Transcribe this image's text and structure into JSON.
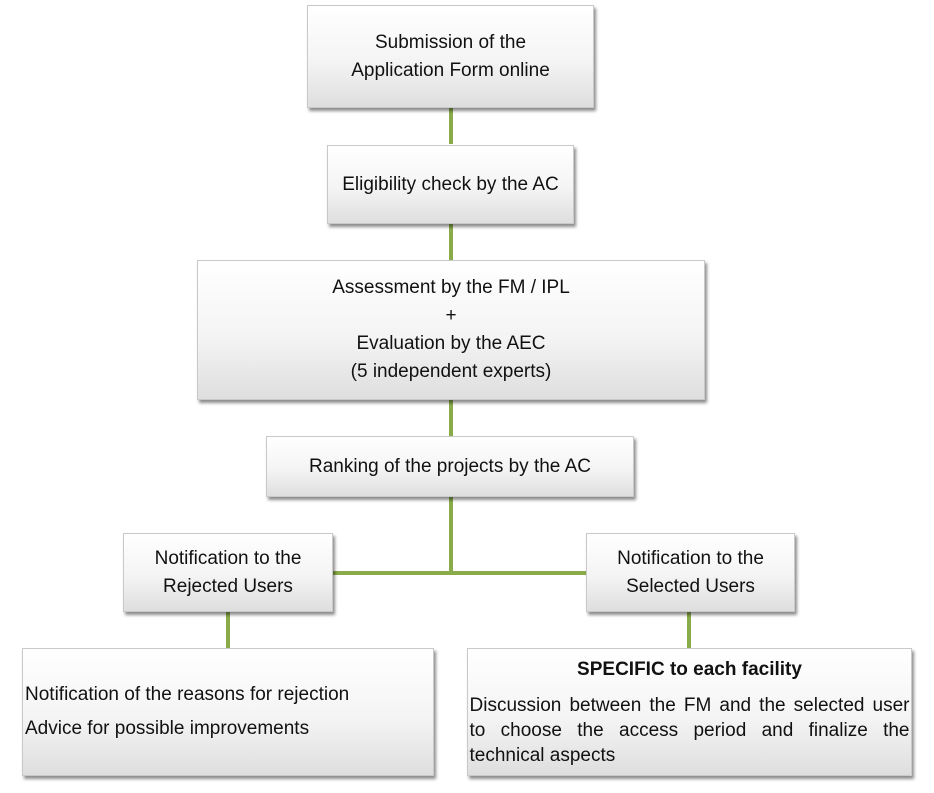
{
  "nodes": {
    "submission": [
      "Submission of the",
      "Application Form online"
    ],
    "eligibility": [
      "Eligibility check by the AC"
    ],
    "assessment": [
      "Assessment by the FM / IPL",
      "+",
      "Evaluation by the AEC",
      "(5 independent experts)"
    ],
    "ranking": [
      "Ranking of the projects by the AC"
    ],
    "rejected": [
      "Notification to the",
      "Rejected Users"
    ],
    "selected": [
      "Notification to the",
      "Selected Users"
    ],
    "rejection_details": [
      "Notification of the reasons for rejection",
      "Advice for possible improvements"
    ],
    "specific": {
      "title": "SPECIFIC to each facility",
      "detail": "Discussion between the FM and the selected user to choose the access period and finalize the technical aspects"
    }
  },
  "colors": {
    "connector": "#8aab4a"
  }
}
